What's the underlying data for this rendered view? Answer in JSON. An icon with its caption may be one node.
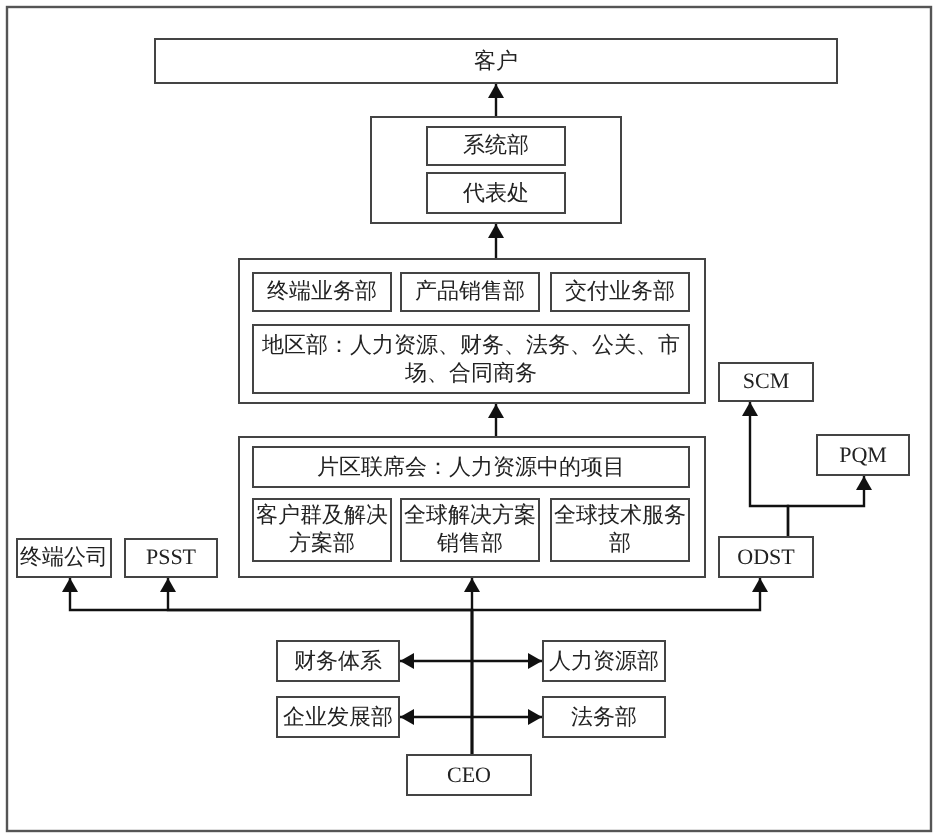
{
  "diagram": {
    "nodes": [
      {
        "text": [
          "客户"
        ]
      },
      {
        "text": [],
        "shape": "box"
      },
      {
        "text": [
          "系统部"
        ],
        "in": 1
      },
      {
        "text": [
          "代表处"
        ],
        "in": 1
      },
      {
        "text": [],
        "shape": "box"
      },
      {
        "text": [
          "终端业务部"
        ],
        "in": 4
      },
      {
        "text": [
          "产品销售部"
        ],
        "in": 4
      },
      {
        "text": [
          "交付业务部"
        ],
        "in": 4
      },
      {
        "text": [
          "地区部：人力资源、财务、法务、公关、市场、合同商务"
        ],
        "in": 4
      },
      {
        "text": [
          "SCM"
        ]
      },
      {
        "text": [],
        "shape": "box"
      },
      {
        "text": [
          "片区联席会：人力资源中的项目"
        ],
        "in": 10
      },
      {
        "text": [
          "客户群及解决方案部"
        ],
        "in": 10
      },
      {
        "text": [
          "全球解决方案销售部"
        ],
        "in": 10
      },
      {
        "text": [
          "全球技术服务部"
        ],
        "in": 10
      },
      {
        "text": [
          "PQM"
        ]
      },
      {
        "text": [
          "终端公司"
        ]
      },
      {
        "text": [
          "PSST"
        ]
      },
      {
        "text": [
          "ODST"
        ]
      },
      {
        "text": [
          "财务体系"
        ]
      },
      {
        "text": [
          "人力资源部"
        ]
      },
      {
        "text": [
          "企业发展部"
        ]
      },
      {
        "text": [
          "法务部"
        ]
      },
      {
        "text": [
          "CEO"
        ]
      }
    ],
    "edges": [
      {
        "from": 1,
        "to": 0,
        "arrow": "to"
      },
      {
        "from": 4,
        "to": 1,
        "arrow": "to"
      },
      {
        "from": 10,
        "to": 4,
        "arrow": "to"
      },
      {
        "from": 23,
        "to": 16,
        "arrow": "to"
      },
      {
        "from": 23,
        "to": 17,
        "arrow": "to"
      },
      {
        "from": 23,
        "to": 10,
        "arrow": "to"
      },
      {
        "from": 23,
        "to": 18,
        "arrow": "to"
      },
      {
        "from": 18,
        "to": 9,
        "arrow": "to"
      },
      {
        "from": 18,
        "to": 15,
        "arrow": "to"
      },
      {
        "from": 19,
        "to": 20,
        "arrow": "both"
      },
      {
        "from": 21,
        "to": 22,
        "arrow": "both"
      }
    ]
  }
}
